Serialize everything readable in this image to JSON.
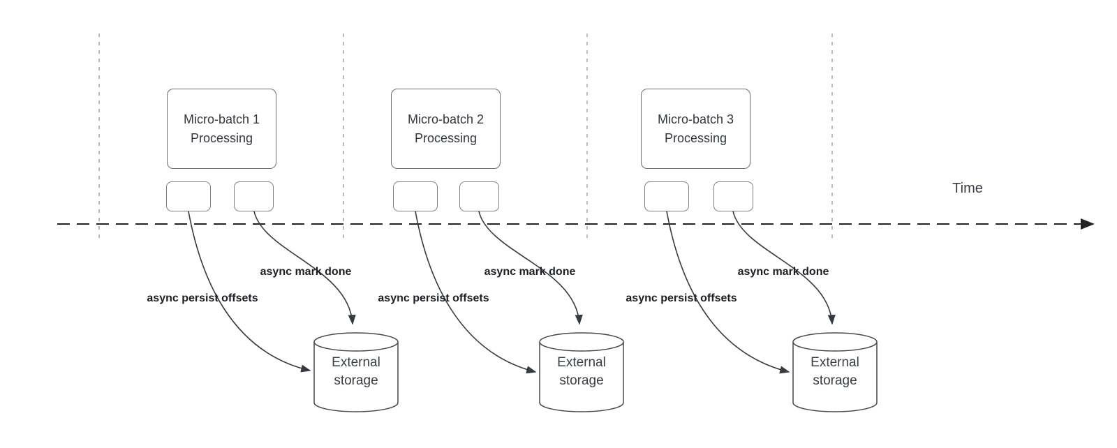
{
  "time_axis": {
    "label": "Time"
  },
  "sections": [
    {
      "batch_title_line1": "Micro-batch 1",
      "batch_title_line2": "Processing",
      "persist_arrow_label": "async persist offsets",
      "mark_done_arrow_label": "async mark done",
      "storage_line1": "External",
      "storage_line2": "storage"
    },
    {
      "batch_title_line1": "Micro-batch 2",
      "batch_title_line2": "Processing",
      "persist_arrow_label": "async persist offsets",
      "mark_done_arrow_label": "async mark done",
      "storage_line1": "External",
      "storage_line2": "storage"
    },
    {
      "batch_title_line1": "Micro-batch 3",
      "batch_title_line2": "Processing",
      "persist_arrow_label": "async persist offsets",
      "mark_done_arrow_label": "async mark done",
      "storage_line1": "External",
      "storage_line2": "storage"
    }
  ],
  "colors": {
    "background": "#ffffff",
    "arrow_stroke": "#343a40",
    "timeline_stroke": "#212427",
    "gridline_stroke": "#b0b3b7",
    "box_border": "#6b6e73",
    "cylinder_border": "#44484e",
    "bold_label_text": "#1b1f23",
    "node_text": "#33383f"
  }
}
